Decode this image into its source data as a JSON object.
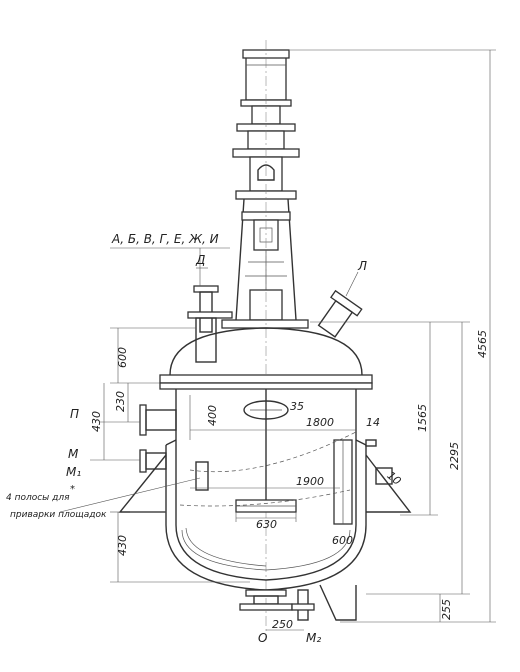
{
  "drawing": {
    "labels": {
      "nozzles_top": "А, Б, В, Г, Е, Ж, И",
      "nozzle_d": "Д",
      "nozzle_l": "Л",
      "nozzle_p": "П",
      "nozzle_m": "М",
      "nozzle_m1": "М₁",
      "nozzle_o": "О",
      "nozzle_m2": "М₂",
      "platform_note_1": "4 полосы для",
      "platform_note_2": "приварки площадок",
      "asterisk": "*"
    },
    "dimensions": {
      "d4565": "4565",
      "d2295": "2295",
      "d1565": "1565",
      "d600_top": "600",
      "d230": "230",
      "d430_p": "430",
      "d400": "400",
      "d35": "35",
      "d1800": "1800",
      "d14": "14",
      "d10": "10",
      "d1900": "1900",
      "d630": "630",
      "d600_side": "600",
      "d430_bottom": "430",
      "d255": "255",
      "d250": "250"
    }
  }
}
